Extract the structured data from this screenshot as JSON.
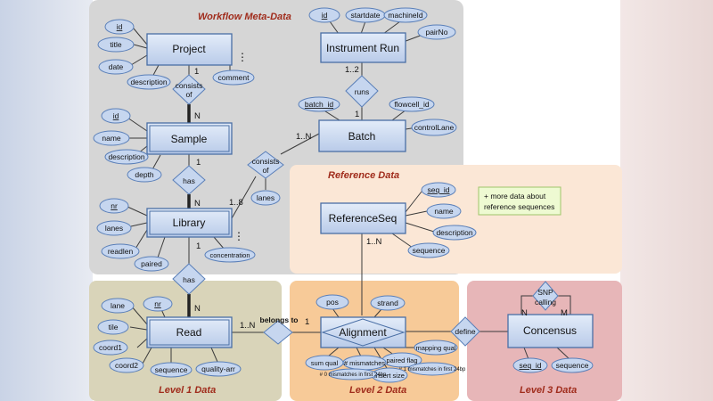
{
  "regions": {
    "workflow_meta": "Workflow Meta-Data",
    "reference": "Reference Data",
    "level1": "Level 1 Data",
    "level2": "Level 2 Data",
    "level3": "Level 3 Data"
  },
  "entities": {
    "project": "Project",
    "instrument_run": "Instrument Run",
    "sample": "Sample",
    "batch": "Batch",
    "library": "Library",
    "reference_seq": "ReferenceSeq",
    "read": "Read",
    "alignment": "Alignment",
    "concensus": "Concensus"
  },
  "relationships": {
    "consists_of_1": "consists of",
    "runs": "runs",
    "has_1": "has",
    "consists_of_2": "consists of",
    "has_2": "has",
    "belongs_to": "belongs to",
    "define": "define",
    "snp_calling": "SNP calling"
  },
  "attributes": {
    "project": [
      "id",
      "title",
      "date",
      "description",
      "comment"
    ],
    "instrument_run": [
      "id",
      "startdate",
      "machineId",
      "pairNo"
    ],
    "batch": [
      "batch_id",
      "flowcell_id",
      "controlLane",
      "lanes"
    ],
    "sample": [
      "id",
      "name",
      "description",
      "depth"
    ],
    "library": [
      "nr",
      "lanes",
      "readlen",
      "paired",
      "concentration"
    ],
    "reference_seq": [
      "seq_id",
      "name",
      "description",
      "sequence"
    ],
    "read": [
      "lane",
      "nr",
      "tile",
      "coord1",
      "coord2",
      "sequence",
      "quality-arr"
    ],
    "alignment": [
      "pos",
      "strand",
      "mapping qual",
      "paired flag",
      "# 1 mismatches in first 24bp",
      "insert size",
      "# mismatches",
      "sum qual",
      "# 0 mismatches in first 24bp"
    ],
    "concensus": [
      "seq_id",
      "sequence"
    ]
  },
  "cardinalities": {
    "project_consists": "1",
    "consists_sample": "N",
    "instrument_runs": "1..2",
    "runs_batch": "1",
    "sample_has": "1",
    "has_library": "N",
    "batch_consists": "1..N",
    "consists_library": "1..8",
    "library_has": "1",
    "has_read": "N",
    "read_belongs": "1..N",
    "belongs_alignment": "1",
    "refseq_alignment": "1..N",
    "snp_left": "N",
    "snp_right": "M"
  },
  "ellipsis": "⋮",
  "note": [
    "+ more data about",
    "reference sequences"
  ]
}
